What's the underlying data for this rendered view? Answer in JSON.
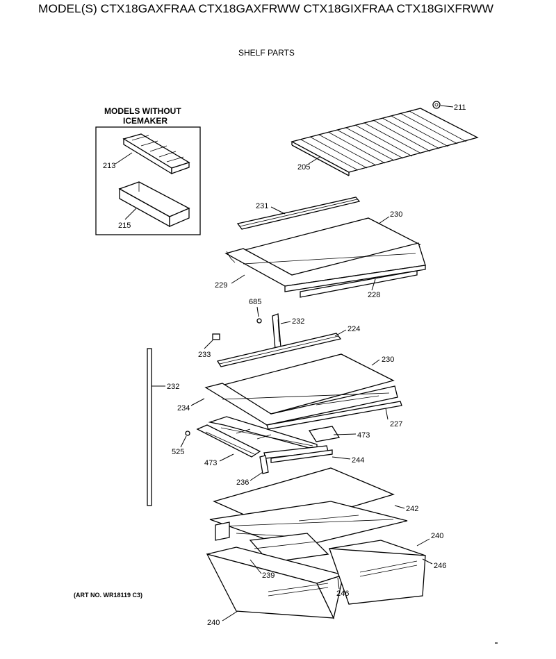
{
  "header": {
    "title": "MODEL(S) CTX18GAXFRAA  CTX18GAXFRWW  CTX18GIXFRAA  CTX18GIXFRWW",
    "subtitle": "SHELF PARTS"
  },
  "inset": {
    "title_line1": "MODELS WITHOUT",
    "title_line2": "ICEMAKER"
  },
  "art_number": "(ART NO. WR18119 C3)",
  "callouts": {
    "c211": "211",
    "c205": "205",
    "c213": "213",
    "c215": "215",
    "c231": "231",
    "c230a": "230",
    "c229": "229",
    "c228": "228",
    "c685": "685",
    "c232a": "232",
    "c224": "224",
    "c233": "233",
    "c230b": "230",
    "c232b": "232",
    "c234": "234",
    "c227": "227",
    "c525": "525",
    "c473a": "473",
    "c473b": "473",
    "c244": "244",
    "c236": "236",
    "c242": "242",
    "c240a": "240",
    "c246a": "246",
    "c239": "239",
    "c246b": "246",
    "c240b": "240"
  }
}
